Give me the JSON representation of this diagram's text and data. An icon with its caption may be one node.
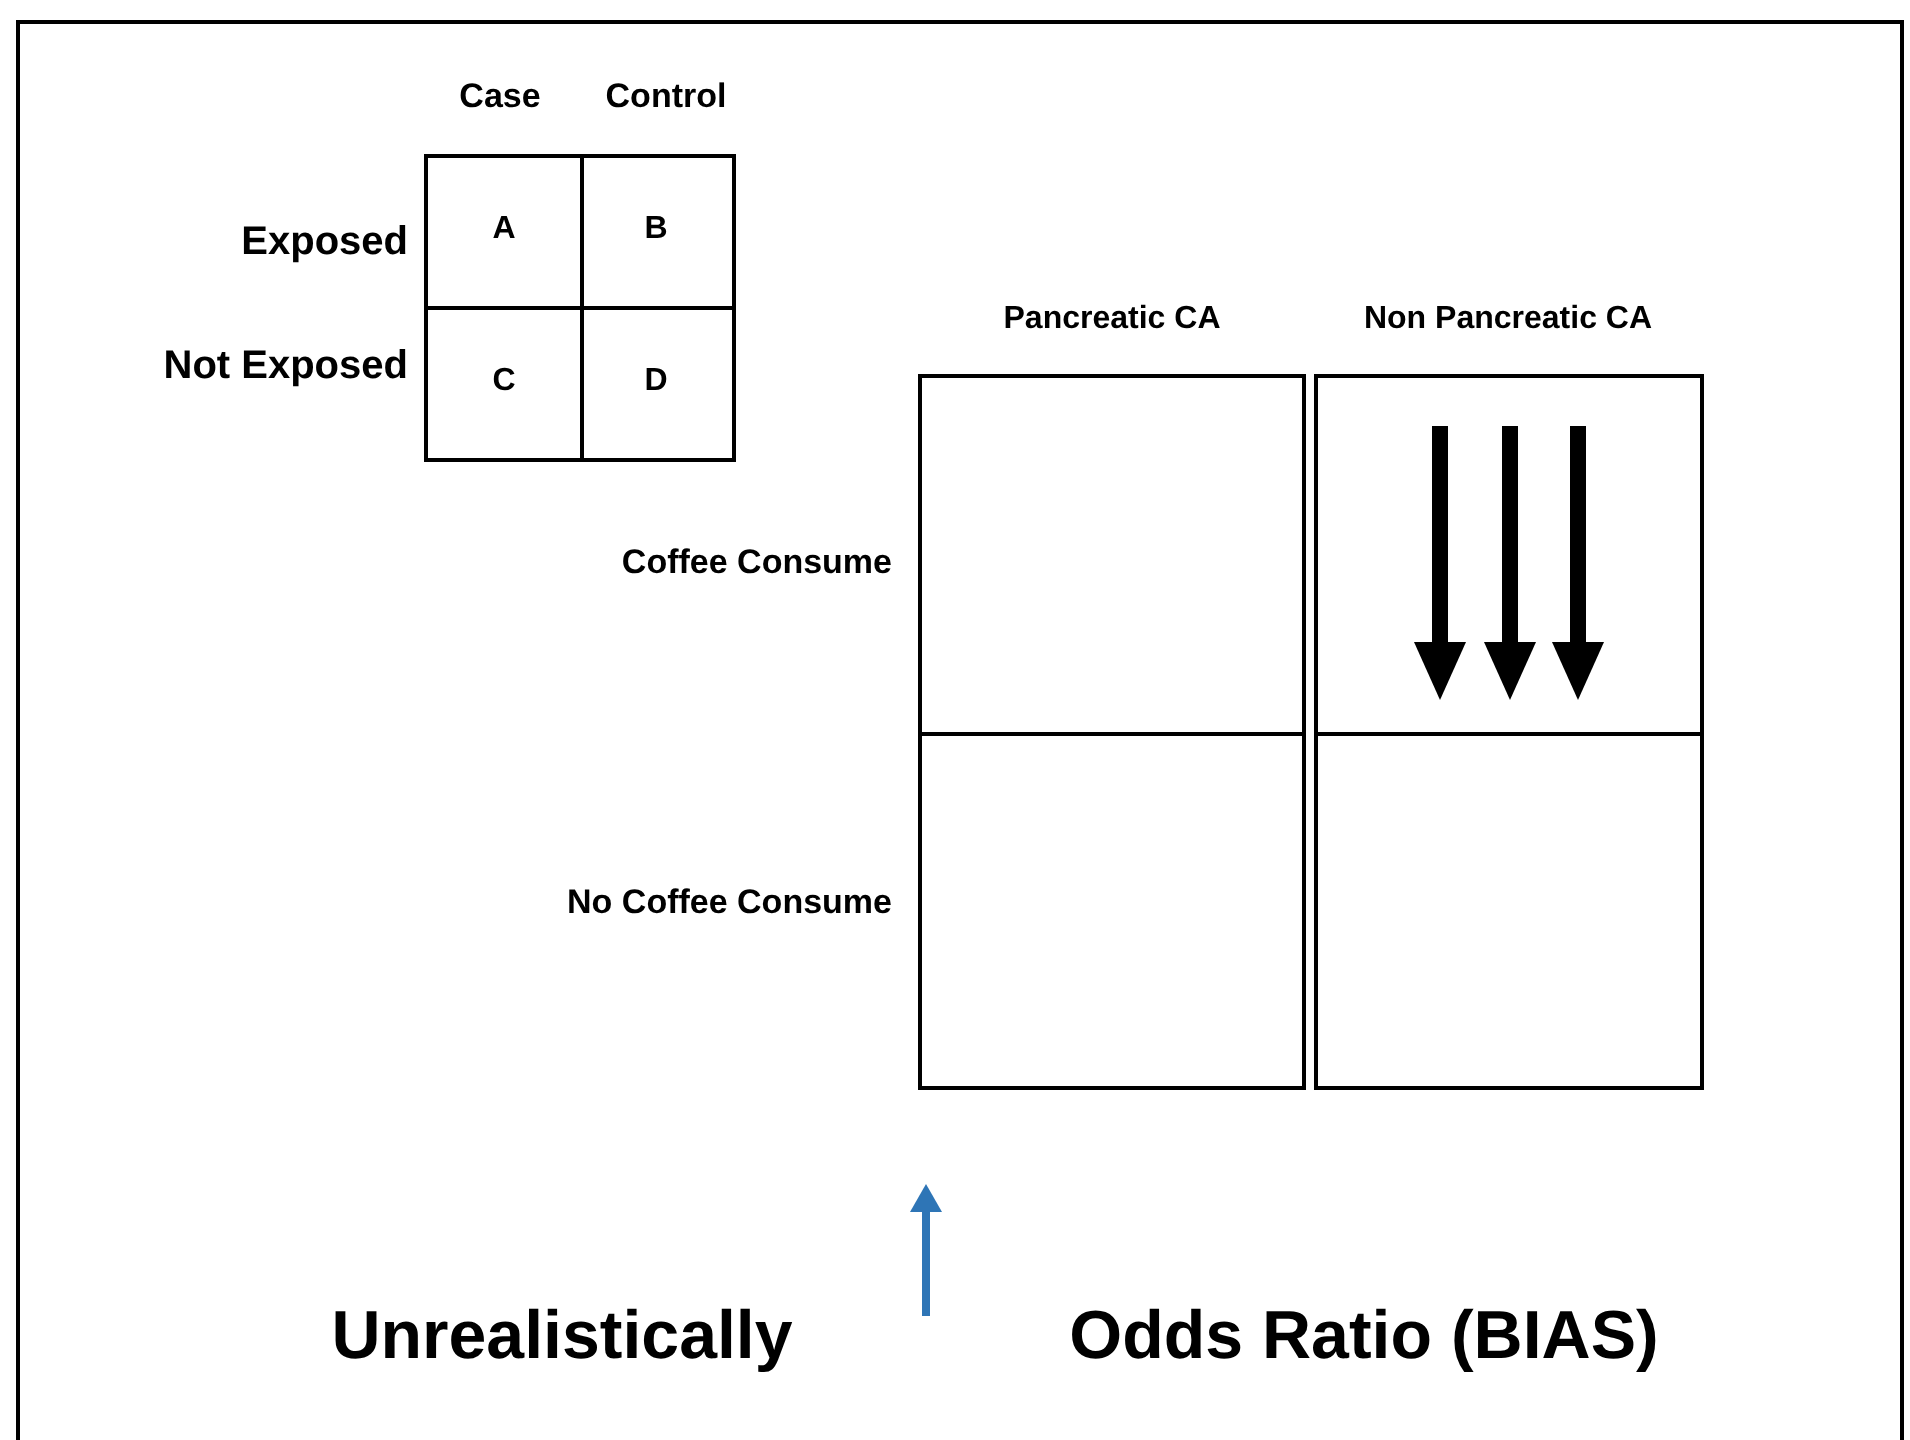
{
  "diagram": {
    "labels": [
      "Case",
      "Control",
      "Exposed",
      "A",
      "B",
      "Not Exposed",
      "C",
      "D",
      "Pancreatic CA",
      "Non Pancreatic CA",
      "Coffee Consume",
      "No Coffee Consume",
      "Unrealistically",
      "Odds Ratio (BIAS)"
    ]
  }
}
